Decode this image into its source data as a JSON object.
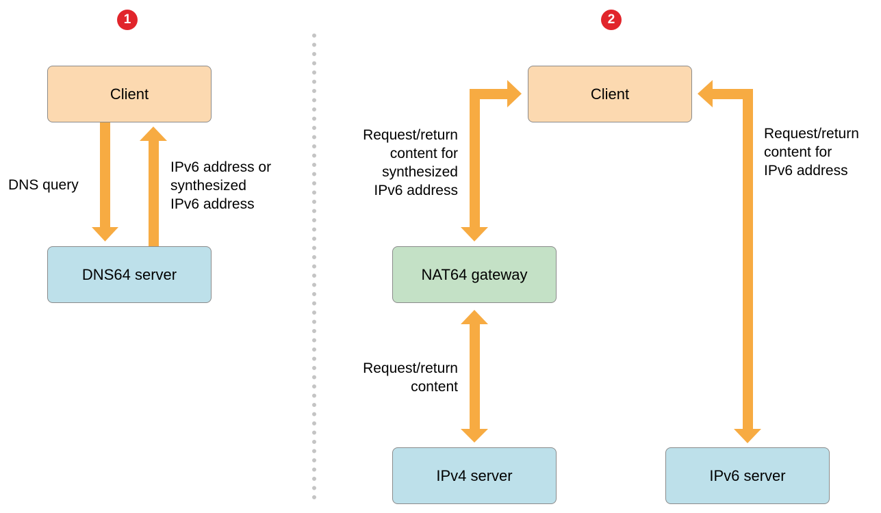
{
  "colors": {
    "client": "#fcd9b0",
    "dns_server": "#bde0ea",
    "nat_gateway": "#c4e1c6",
    "ipv4_server": "#bde0ea",
    "ipv6_server": "#bde0ea",
    "arrow": "#f7ab42",
    "badge": "#e1252b",
    "divider": "#c4c4c4"
  },
  "step1": {
    "badge": "1",
    "client": "Client",
    "dns_server": "DNS64 server",
    "query_label": "DNS query",
    "response_label": "IPv6 address or\nsynthesized\nIPv6 address"
  },
  "step2": {
    "badge": "2",
    "client": "Client",
    "nat_gateway": "NAT64 gateway",
    "ipv4_server": "IPv4 server",
    "ipv6_server": "IPv6 server",
    "synth_label": "Request/return\ncontent for\nsynthesized\nIPv6 address",
    "content_label": "Request/return\ncontent",
    "ipv6_label": "Request/return\ncontent for\nIPv6 address"
  }
}
